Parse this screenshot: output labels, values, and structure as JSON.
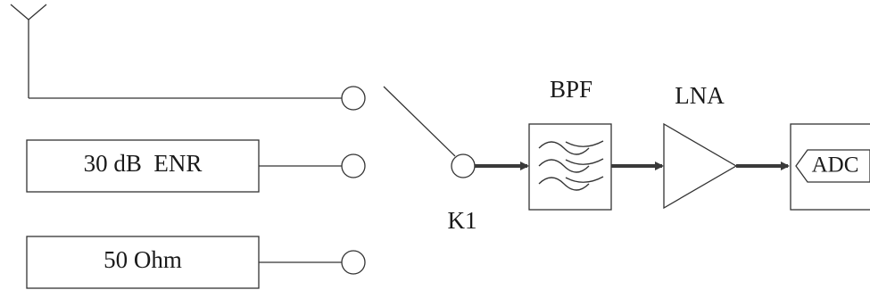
{
  "diagram": {
    "source_boxes": [
      {
        "id": "enr",
        "label": "30 dB  ENR"
      },
      {
        "id": "load",
        "label": "50 Ohm"
      }
    ],
    "switch_label": "K1",
    "bpf_label": "BPF",
    "lna_label": "LNA",
    "adc_label": "ADC",
    "colors": {
      "stroke": "#333333",
      "arrow": "#3a3a3a",
      "text": "#1a1a1a",
      "background": "#ffffff"
    }
  }
}
